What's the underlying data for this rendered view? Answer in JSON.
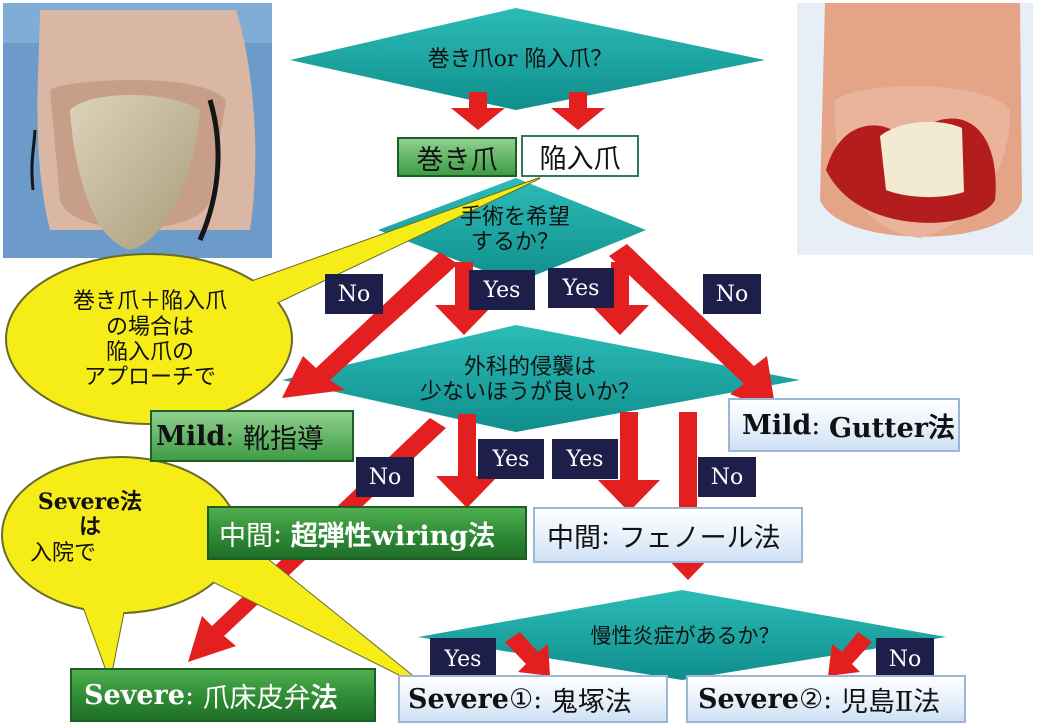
{
  "decision_1": "巻き爪or 陥入爪？",
  "type_a": "巻き爪",
  "type_b": "陥入爪",
  "decision_2": [
    "手術を希望",
    "するか？"
  ],
  "decision_3": [
    "外科的侵襲は",
    "少ないほうが良いか？"
  ],
  "decision_4": "慢性炎症があるか？",
  "callout_1": [
    "巻き爪＋陥入爪",
    "の場合は",
    "陥入爪の",
    "アプローチで"
  ],
  "callout_2": [
    "Severe法は",
    "入院で"
  ],
  "answers": {
    "yes": "Yes",
    "no": "No"
  },
  "left_path": {
    "mild_level": "Mild",
    "mild_method": "靴指導",
    "mid_level": "中間",
    "mid_method": "超弾性wiring法",
    "severe_level": "Severe",
    "severe_method_a": "爪床皮弁",
    "severe_method_b": "法"
  },
  "right_path": {
    "mild_level": "Mild",
    "mild_method": "Gutter法",
    "mid_level": "中間",
    "mid_method": "フェノール法",
    "severe1_level": "Severe",
    "severe1_num": "①",
    "severe1_method": "鬼塚法",
    "severe2_level": "Severe",
    "severe2_num": "②",
    "severe2_method": "児島Ⅱ法"
  },
  "colors": {
    "diamond": "#16a6a4",
    "arrow": "#e31f1f",
    "callout": "#f5ec18",
    "green_box": "#2f8a35",
    "blue_box": "#e6f0fb",
    "tag": "#1d1f4a"
  }
}
